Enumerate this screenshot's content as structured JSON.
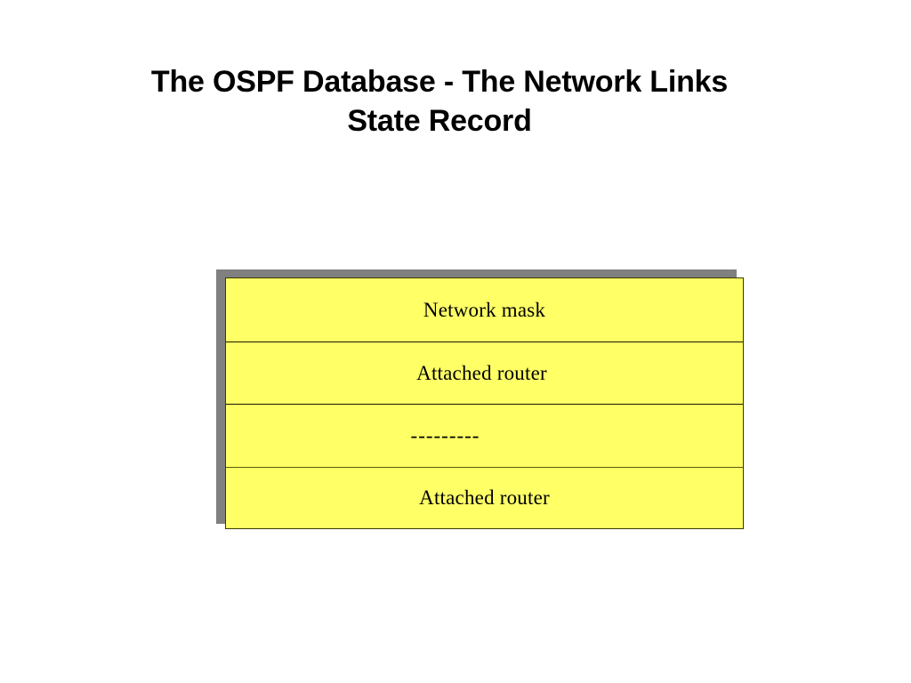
{
  "slide": {
    "background_color": "#ffffff",
    "title": {
      "lines": [
        "The OSPF Database - The Network Links",
        "State Record"
      ]
    }
  },
  "diagram": {
    "name": "network-links-state-record",
    "card_color": "#ffff66",
    "shadow_color": "#808080",
    "border_color": "#3a3a00",
    "rows": [
      {
        "label": "Network mask"
      },
      {
        "label": "Attached router"
      },
      {
        "label": "---------"
      },
      {
        "label": "Attached router"
      }
    ]
  }
}
